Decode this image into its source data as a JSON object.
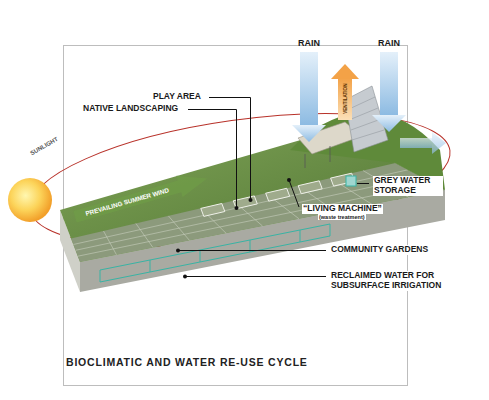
{
  "diagram": {
    "title": "BIOCLIMATIC AND WATER RE-USE CYCLE",
    "labels": [
      "RAIN",
      "RAIN",
      "VENTILATION",
      "PLAY AREA",
      "NATIVE LANDSCAPING",
      "SUNLIGHT",
      "PREVAILING SUMMER WIND",
      "GREY WATER STORAGE",
      "“LIVING MACHINE”",
      "(waste treatment)",
      "COMMUNITY GARDENS",
      "RECLAIMED WATER FOR SUBSURFACE IRRIGATION"
    ]
  }
}
